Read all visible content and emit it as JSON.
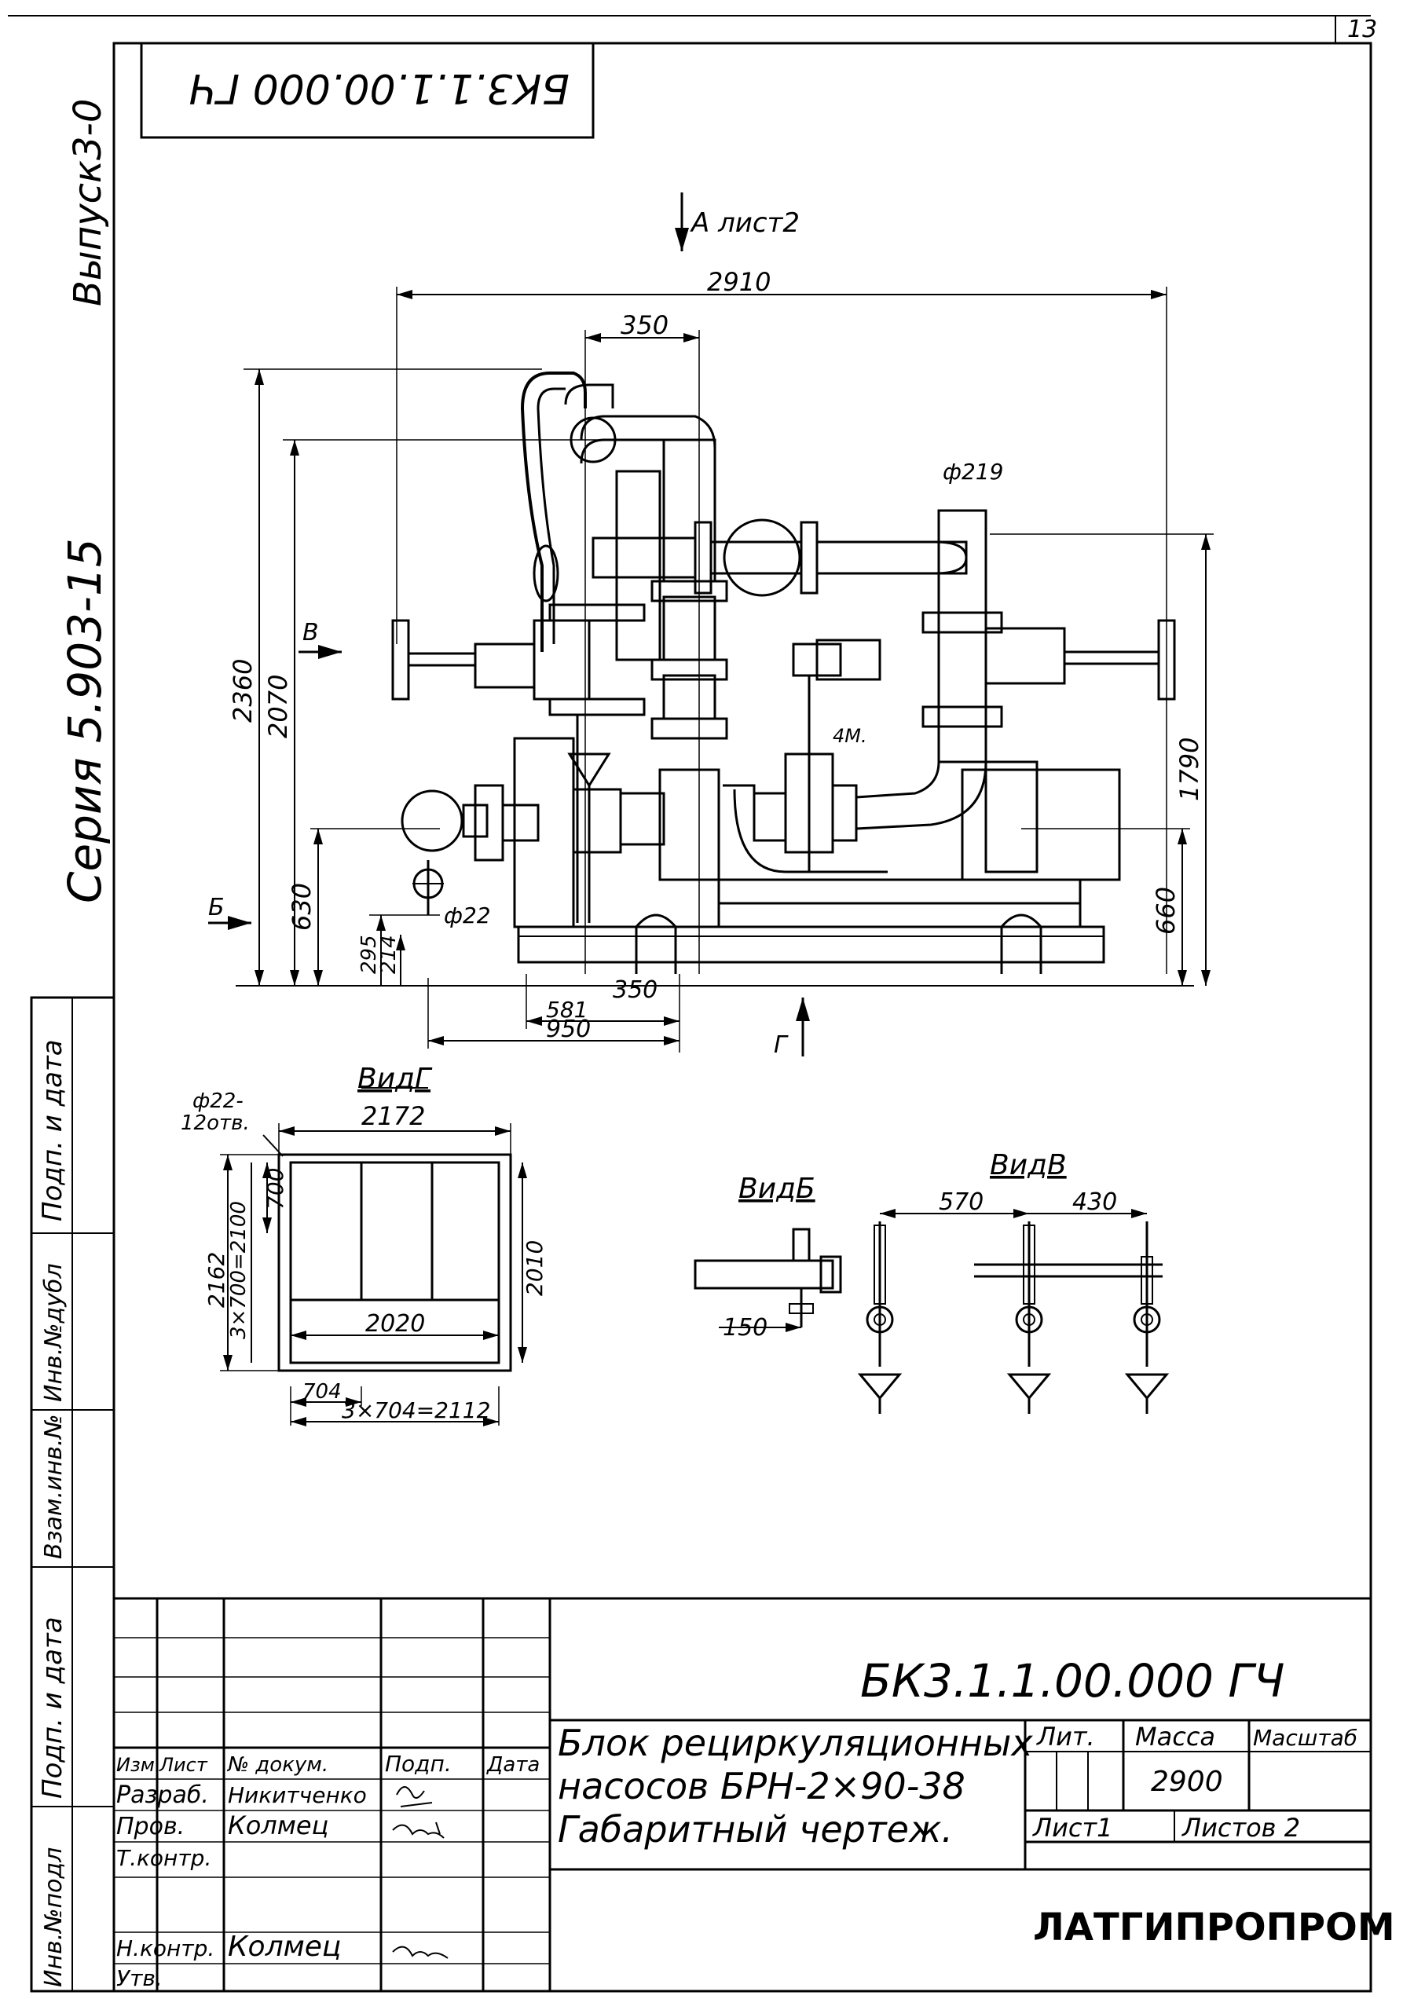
{
  "sheet": {
    "page_number": "13",
    "rotated_code": "БК3.1.1.00.000 ГЧ",
    "issue": "Выпуск3-0",
    "series": "Серия 5.903-15"
  },
  "side_stamps": [
    "Подп. и дата",
    "Инв.№дубл",
    "Взам.инв.№",
    "Подп. и дата",
    "Инв.№подл"
  ],
  "main_view": {
    "view_arrow_a": "А лист2",
    "view_arrow_v": "В",
    "view_arrow_b": "Б",
    "view_arrow_g": "Г",
    "dims": {
      "d2910": "2910",
      "d350_top": "350",
      "d2360": "2360",
      "d2070": "2070",
      "d630": "630",
      "d295": "295",
      "d214": "214",
      "d22": "ф22",
      "d219": "ф219",
      "d1790": "1790",
      "d660": "660",
      "d581": "581",
      "d350_bot": "350",
      "d950": "950",
      "motor_note": "4М."
    }
  },
  "view_g": {
    "title": "ВидГ",
    "hole_note_1": "ф22-",
    "hole_note_2": "12отв.",
    "d2172": "2172",
    "d700": "700",
    "d2162": "2162",
    "d3x700": "3×700=2100",
    "d2010": "2010",
    "d2020": "2020",
    "d704": "704",
    "d3x704": "3×704=2112"
  },
  "view_b": {
    "title": "ВидБ",
    "d150": "150"
  },
  "view_v": {
    "title": "ВидВ",
    "d570": "570",
    "d430": "430"
  },
  "title_block": {
    "doc_code": "БК3.1.1.00.000 ГЧ",
    "col_headers": [
      "Изм.",
      "Лист",
      "№ докум.",
      "Подп.",
      "Дата"
    ],
    "roles": [
      "Разраб.",
      "Пров.",
      "Т.контр.",
      "",
      "Н.контр.",
      "Утв."
    ],
    "names": [
      "Никитченко",
      "Колмец",
      "",
      "",
      "Колмец",
      ""
    ],
    "description": [
      "Блок рециркуляционных",
      "насосов БРН-2×90-38",
      "Габаритный чертеж."
    ],
    "lit_label": "Лит.",
    "mass_label": "Масса",
    "scale_label": "Масштаб",
    "mass_value": "2900",
    "sheet_label": "Лист1",
    "sheets_label": "Листов 2",
    "organization": "ЛАТГИПРОПРОМ"
  }
}
